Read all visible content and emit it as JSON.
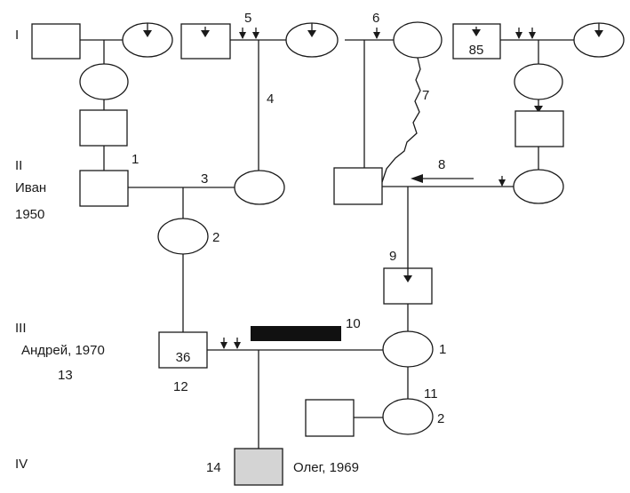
{
  "generations": {
    "g1": "I",
    "g2": "II",
    "g3": "III",
    "g4": "IV"
  },
  "names": {
    "ivan": "Иван",
    "ivan_year": "1950",
    "andrey": "Андрей, 1970",
    "oleg": "Олег, 1969"
  },
  "inner_labels": {
    "gen1_square_right": "85",
    "andrey_square": "36"
  },
  "numbers": {
    "n1": "1",
    "n2": "2",
    "n3": "3",
    "n4": "4",
    "n5": "5",
    "n6": "6",
    "n7": "7",
    "n8": "8",
    "n9": "9",
    "n10": "10",
    "n11": "11",
    "n12": "12",
    "n13": "13",
    "n14": "14",
    "n1_female": "1",
    "n2_female": "2"
  },
  "colors": {
    "line": "#1a1a1a",
    "bar": "#111111",
    "proband_fill": "#d4d4d4"
  }
}
